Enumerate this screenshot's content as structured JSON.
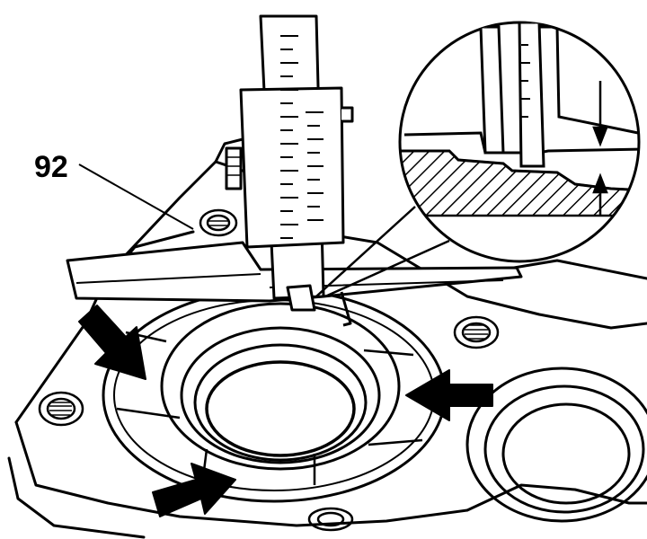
{
  "figure": {
    "callout_label": "92",
    "colors": {
      "ink": "#000000",
      "paper": "#ffffff",
      "hatch": "#000000"
    },
    "icons": [
      "measuring-tool",
      "magnified-detail-circle",
      "arrow-pointer"
    ]
  }
}
